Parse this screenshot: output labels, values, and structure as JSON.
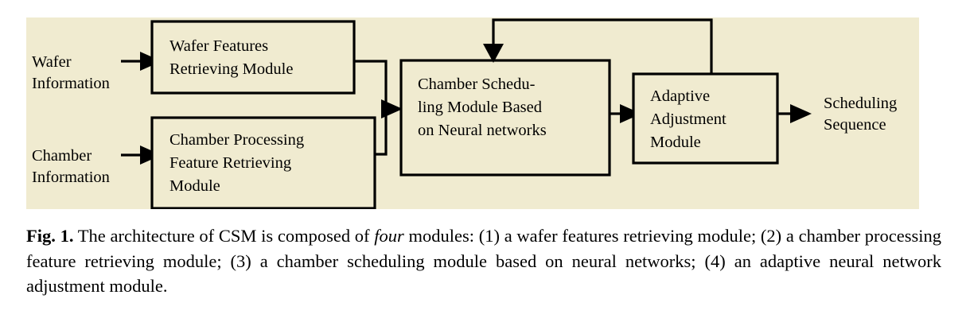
{
  "figure": {
    "panel_background": "#F0EBD0",
    "stroke_color": "#000000",
    "inputs": [
      {
        "id": "wafer-information",
        "line1": "Wafer",
        "line2": "Information"
      },
      {
        "id": "chamber-information",
        "line1": "Chamber",
        "line2": "Information"
      }
    ],
    "boxes": [
      {
        "id": "wafer-features-retrieving-module",
        "lines": [
          "Wafer Features",
          "Retrieving Module"
        ]
      },
      {
        "id": "chamber-processing-feature-retrieving-module",
        "lines": [
          "Chamber Processing",
          "Feature Retrieving",
          "Module"
        ]
      },
      {
        "id": "chamber-scheduling-module",
        "lines": [
          "Chamber Schedu-",
          "ling Module Based",
          "on Neural networks"
        ]
      },
      {
        "id": "adaptive-adjustment-module",
        "lines": [
          "Adaptive",
          "Adjustment",
          "Module"
        ]
      }
    ],
    "outputs": [
      {
        "id": "scheduling-sequence",
        "line1": "Scheduling",
        "line2": "Sequence"
      }
    ]
  },
  "caption": {
    "fig_number": "Fig. 1.",
    "part1": " The architecture of CSM is composed of ",
    "emphasis": "four",
    "part2": " modules: (1) a wafer features retrieving module; (2) a chamber processing feature retrieving module; (3) a chamber scheduling module based on neural networks; (4) an adaptive neural network adjustment module."
  }
}
